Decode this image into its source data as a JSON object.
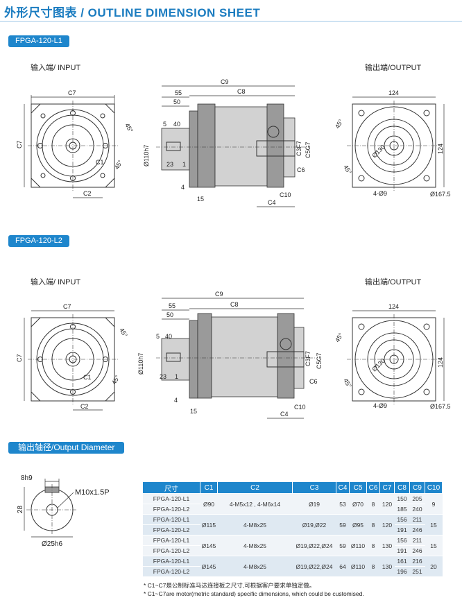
{
  "title": "外形尺寸图表 / OUTLINE DIMENSION SHEET",
  "sections": [
    {
      "tag": "FPGA-120-L1",
      "input_label": "输入端/ INPUT",
      "output_label": "输出端/OUTPUT"
    },
    {
      "tag": "FPGA-120-L2",
      "input_label": "输入端/ INPUT",
      "output_label": "输出端/OUTPUT"
    }
  ],
  "dims": {
    "c7": "C7",
    "c2": "C2",
    "c1": "C1",
    "c9": "C9",
    "c8": "C8",
    "c3": "C3F7",
    "c5": "C5G7",
    "c6": "C6",
    "c10": "C10",
    "c4": "C4",
    "d55": "55",
    "d50": "50",
    "d5": "5",
    "d40": "40",
    "d23": "23",
    "d1": "1",
    "d4": "4",
    "d15": "15",
    "d110": "Ø110h7",
    "a45": "45°",
    "d124": "124",
    "d130": "Ø130",
    "d4h9": "4-Ø9",
    "d167": "Ø167.5"
  },
  "output_diameter": {
    "tag": "输出轴径/Output Diameter",
    "key": "8h9",
    "thread": "M10x1.5P",
    "height": "28",
    "diameter": "Ø25h6"
  },
  "table": {
    "headers": [
      "尺寸",
      "C1",
      "C2",
      "C3",
      "C4",
      "C5",
      "C6",
      "C7",
      "C8",
      "C9",
      "C10"
    ],
    "groups": [
      {
        "c1": "Ø90",
        "c2": "4-M5x12 , 4-M6x14",
        "c3": "Ø19",
        "c4": "53",
        "c5": "Ø70",
        "c6": "8",
        "c7": "120",
        "c10": "9",
        "rows": [
          {
            "model": "FPGA-120-L1",
            "c8": "150",
            "c9": "205"
          },
          {
            "model": "FPGA-120-L2",
            "c8": "185",
            "c9": "240"
          }
        ]
      },
      {
        "c1": "Ø115",
        "c2": "4-M8x25",
        "c3": "Ø19,Ø22",
        "c4": "59",
        "c5": "Ø95",
        "c6": "8",
        "c7": "120",
        "c10": "15",
        "rows": [
          {
            "model": "FPGA-120-L1",
            "c8": "156",
            "c9": "211"
          },
          {
            "model": "FPGA-120-L2",
            "c8": "191",
            "c9": "246"
          }
        ]
      },
      {
        "c1": "Ø145",
        "c2": "4-M8x25",
        "c3": "Ø19,Ø22,Ø24",
        "c4": "59",
        "c5": "Ø110",
        "c6": "8",
        "c7": "130",
        "c10": "15",
        "rows": [
          {
            "model": "FPGA-120-L1",
            "c8": "156",
            "c9": "211"
          },
          {
            "model": "FPGA-120-L2",
            "c8": "191",
            "c9": "246"
          }
        ]
      },
      {
        "c1": "Ø145",
        "c2": "4-M8x25",
        "c3": "Ø19,Ø22,Ø24",
        "c4": "64",
        "c5": "Ø110",
        "c6": "8",
        "c7": "130",
        "c10": "20",
        "rows": [
          {
            "model": "FPGA-120-L1",
            "c8": "161",
            "c9": "216"
          },
          {
            "model": "FPGA-120-L2",
            "c8": "196",
            "c9": "251"
          }
        ]
      }
    ]
  },
  "notes": [
    "* C1~C7是公制标准马达连接板之尺寸,可根据客户要求单独定做。",
    "* C1~C7are motor(metric standard)  specific dimensions, which could be customised."
  ]
}
